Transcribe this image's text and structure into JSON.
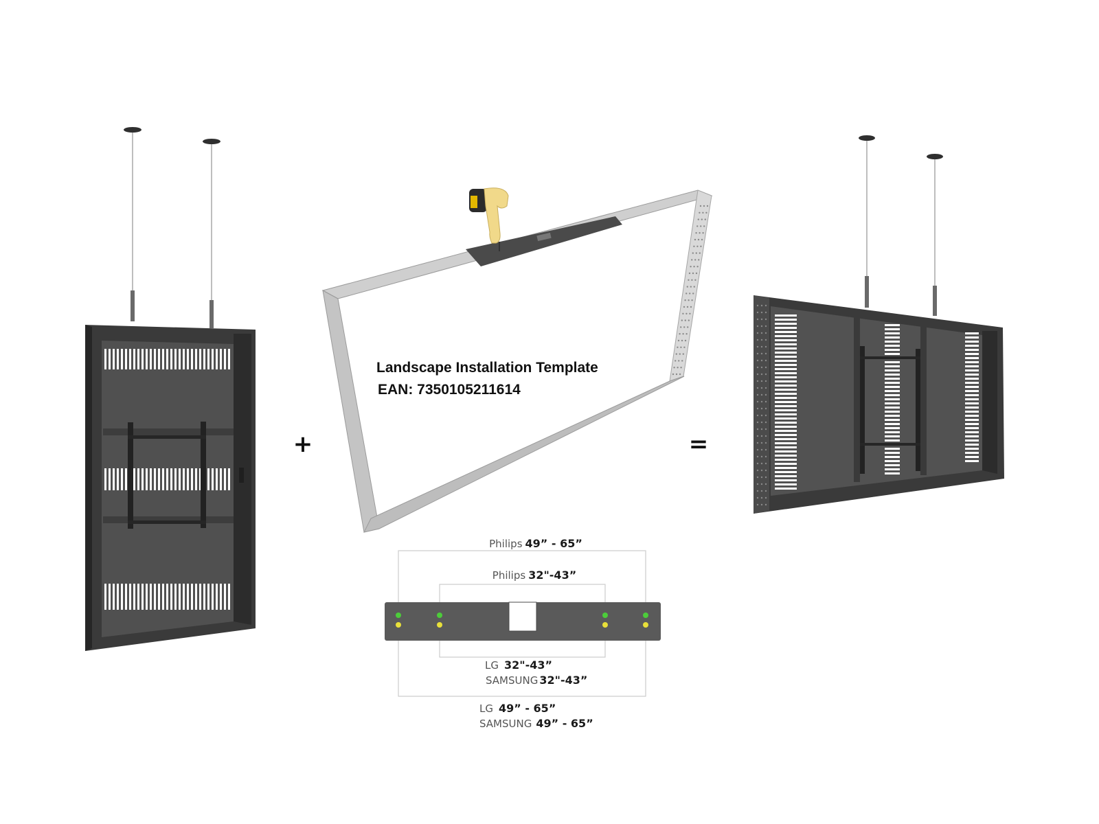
{
  "operators": {
    "plus": "+",
    "equals": "="
  },
  "template": {
    "title": "Landscape Installation Template",
    "ean": "EAN: 7350105211614"
  },
  "bracket_labels": {
    "philips_large_brand": "Philips",
    "philips_large_size": "49” - 65”",
    "philips_small_brand": "Philips",
    "philips_small_size": "32\"-43”",
    "lg_small_brand": "LG",
    "lg_small_size": "32\"-43”",
    "samsung_small_brand": "SAMSUNG",
    "samsung_small_size": "32\"-43”",
    "lg_large_brand": "LG",
    "lg_large_size": "49” - 65”",
    "samsung_large_brand": "SAMSUNG",
    "samsung_large_size": "49” - 65”"
  },
  "colors": {
    "enclosure": "#4a4a4a",
    "enclosure_dark": "#2e2e2e",
    "frame": "#c6c6c6",
    "dot_green": "#4ccc3a",
    "dot_yellow": "#e8e03a",
    "drill_body": "#f1d98a"
  }
}
